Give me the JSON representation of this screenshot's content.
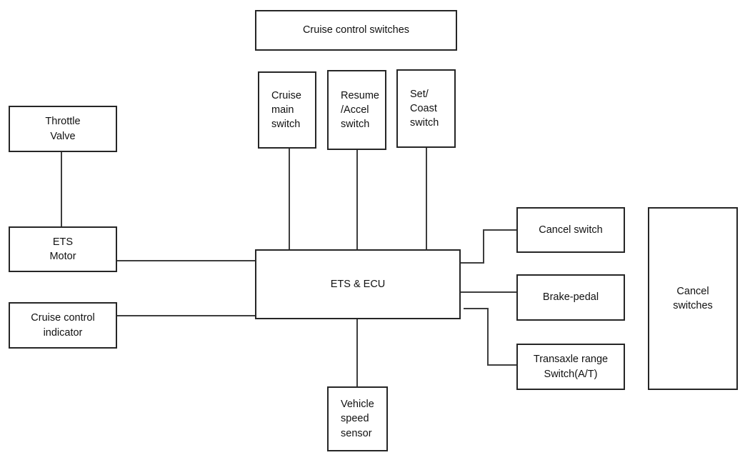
{
  "diagram": {
    "subject": "Cruise control system block diagram"
  },
  "nodes": {
    "cruise_control_switches": {
      "label": "Cruise control switches"
    },
    "cruise_main_switch": {
      "label": "Cruise\nmain\nswitch"
    },
    "resume_accel_switch": {
      "label": "Resume\n/Accel\nswitch"
    },
    "set_coast_switch": {
      "label": "Set/\nCoast\nswitch"
    },
    "throttle_valve": {
      "label": "Throttle\nValve"
    },
    "ets_motor": {
      "label": "ETS\nMotor"
    },
    "cruise_control_indicator": {
      "label": "Cruise control\nindicator"
    },
    "ets_ecu": {
      "label": "ETS & ECU"
    },
    "cancel_switch": {
      "label": "Cancel switch"
    },
    "brake_pedal": {
      "label": "Brake-pedal"
    },
    "transaxle_range_switch": {
      "label": "Transaxle range\nSwitch(A/T)"
    },
    "cancel_switches": {
      "label": "Cancel\nswitches"
    },
    "vehicle_speed_sensor": {
      "label": "Vehicle\nspeed\nsensor"
    }
  },
  "connections": [
    {
      "from": "throttle_valve",
      "to": "ets_motor"
    },
    {
      "from": "cruise_main_switch",
      "to": "ets_ecu"
    },
    {
      "from": "resume_accel_switch",
      "to": "ets_ecu"
    },
    {
      "from": "set_coast_switch",
      "to": "ets_ecu"
    },
    {
      "from": "ets_motor",
      "to": "ets_ecu"
    },
    {
      "from": "cruise_control_indicator",
      "to": "ets_ecu"
    },
    {
      "from": "ets_ecu",
      "to": "cancel_switch"
    },
    {
      "from": "ets_ecu",
      "to": "brake_pedal"
    },
    {
      "from": "ets_ecu",
      "to": "transaxle_range_switch"
    },
    {
      "from": "ets_ecu",
      "to": "vehicle_speed_sensor"
    }
  ],
  "colors": {
    "background": "#ffffff",
    "box_border": "#262626",
    "wire": "#3d3d3d",
    "text": "#111111"
  }
}
